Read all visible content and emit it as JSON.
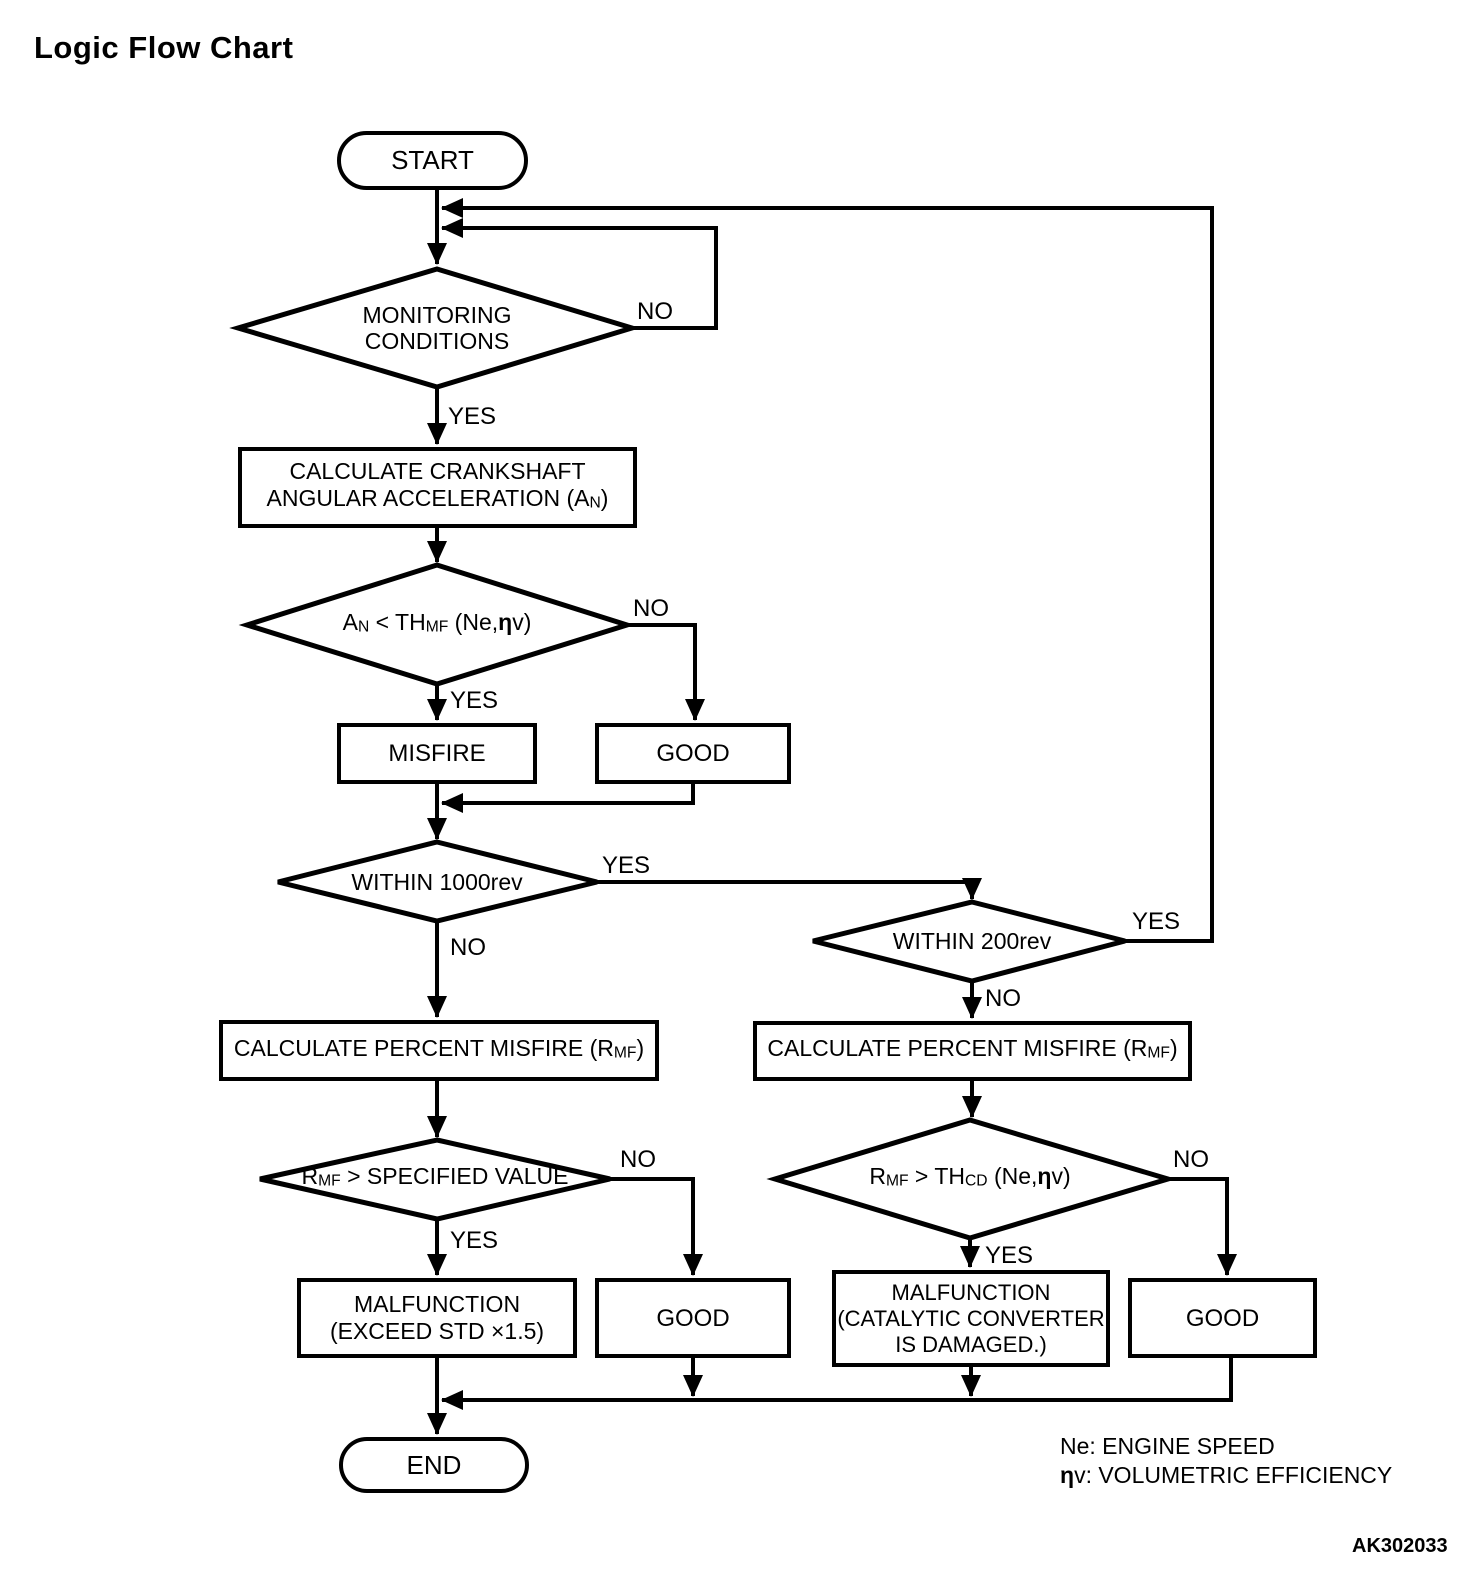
{
  "title": "Logic Flow Chart",
  "figure_code": "AK302033",
  "colors": {
    "ink": "#000000",
    "background": "#ffffff"
  },
  "labels": {
    "yes": "YES",
    "no": "NO"
  },
  "nodes": {
    "start": "START",
    "end": "END",
    "monitoring": {
      "line1": "MONITORING",
      "line2": "CONDITIONS"
    },
    "calc_crank": {
      "line1": "CALCULATE CRANKSHAFT",
      "line2_pre": "ANGULAR ACCELERATION (A",
      "line2_sub": "N",
      "line2_post": ")"
    },
    "an_threshold": {
      "p1": "A",
      "p1_sub": "N",
      "p2": " < TH",
      "p2_sub": "MF",
      "p3": " (Ne,",
      "eta": "η",
      "p4": "v)"
    },
    "misfire": "MISFIRE",
    "good": "GOOD",
    "within_1000": "WITHIN 1000rev",
    "within_200": "WITHIN 200rev",
    "calc_percent": {
      "pre": "CALCULATE PERCENT MISFIRE (R",
      "sub": "MF",
      "post": ")"
    },
    "rmf_specified": {
      "p1": "R",
      "p1_sub": "MF",
      "p2": " > SPECIFIED VALUE"
    },
    "rmf_thcd": {
      "p1": "R",
      "p1_sub": "MF",
      "p2": " > TH",
      "p2_sub": "CD",
      "p3": " (Ne,",
      "eta": "η",
      "p4": "v)"
    },
    "malfunction_std": {
      "line1": "MALFUNCTION",
      "line2": "(EXCEED STD ×1.5)"
    },
    "malfunction_cat": {
      "line1": "MALFUNCTION",
      "line2": "(CATALYTIC CONVERTER",
      "line3": "IS DAMAGED.)"
    }
  },
  "legend": {
    "ne": "Ne: ENGINE SPEED",
    "eta": "η",
    "eta_rest": "v: VOLUMETRIC EFFICIENCY"
  }
}
